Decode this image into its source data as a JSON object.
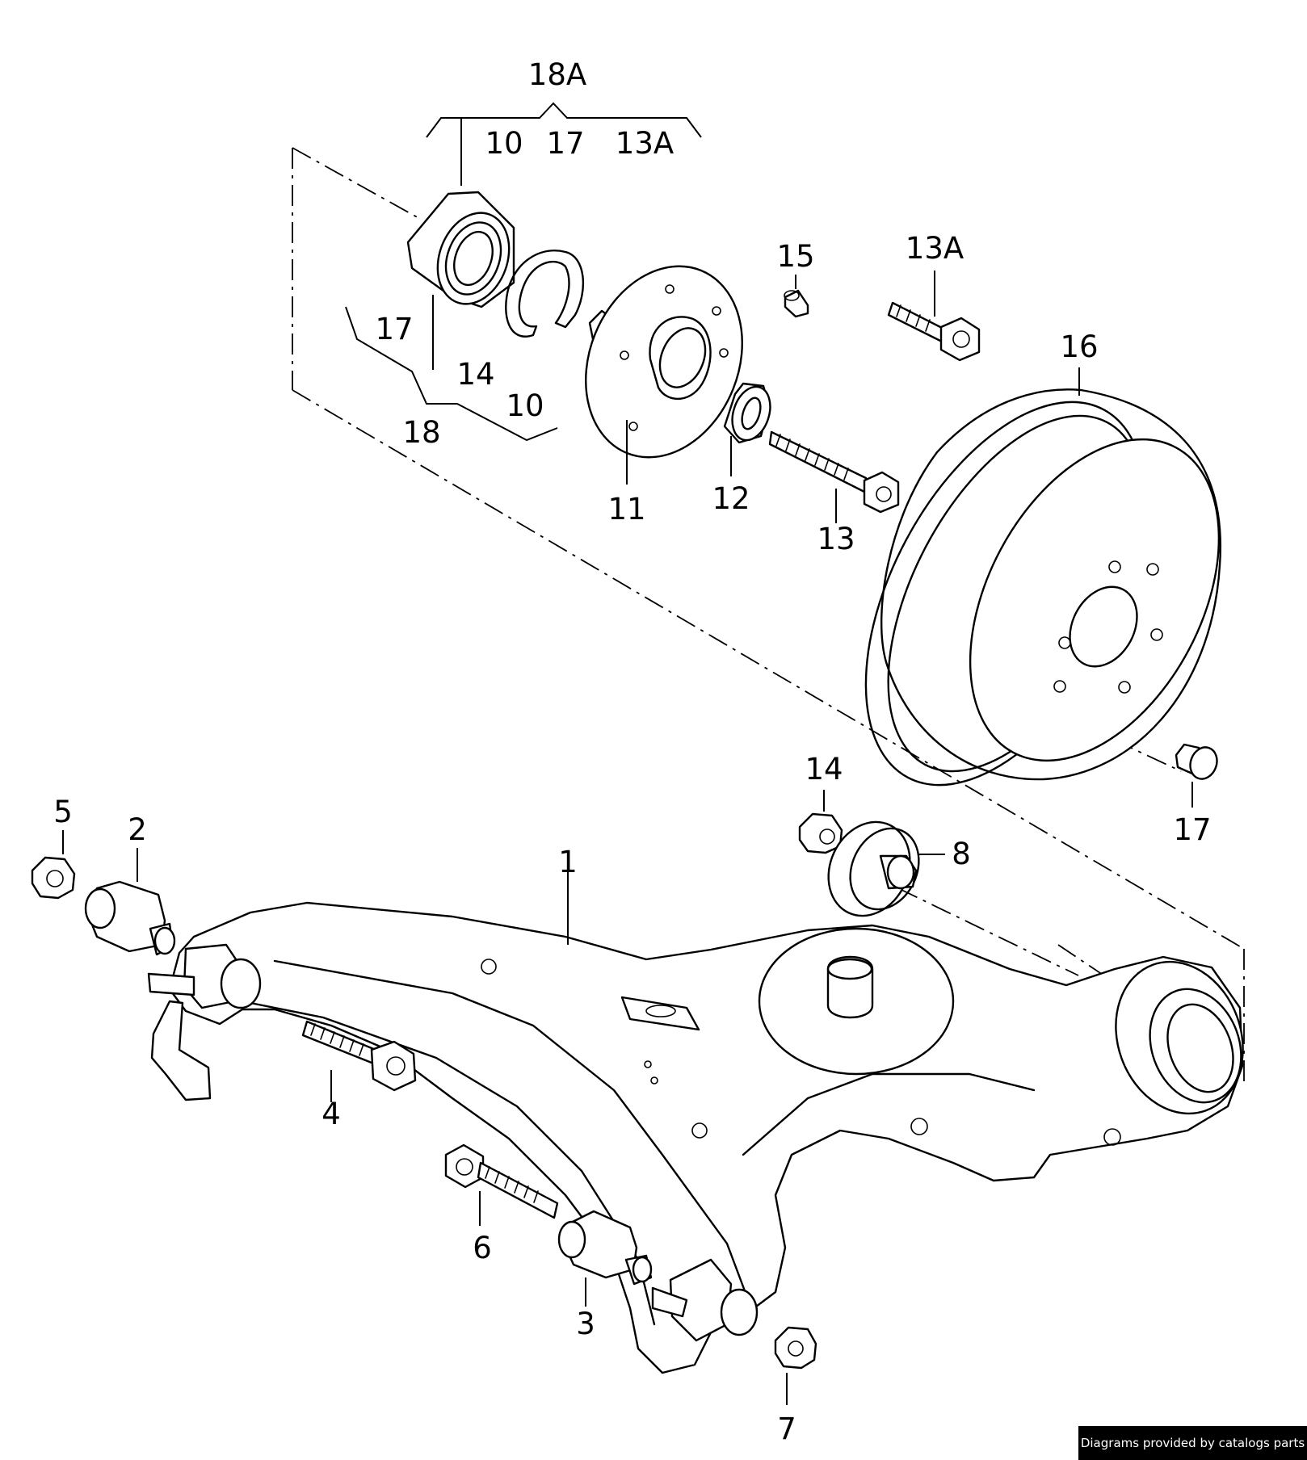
{
  "callouts": {
    "c18A": "18A",
    "c10_top": "10",
    "c17_top": "17",
    "c13A_top": "13A",
    "c17_left": "17",
    "c14_left": "14",
    "c10_left": "10",
    "c18": "18",
    "c11": "11",
    "c12": "12",
    "c13": "13",
    "c15": "15",
    "c13A": "13A",
    "c16": "16",
    "c14_right": "14",
    "c8": "8",
    "c17_right": "17",
    "c5": "5",
    "c2": "2",
    "c1": "1",
    "c4": "4",
    "c6": "6",
    "c3": "3",
    "c7": "7"
  },
  "footer": "Diagrams provided by catalogs parts"
}
